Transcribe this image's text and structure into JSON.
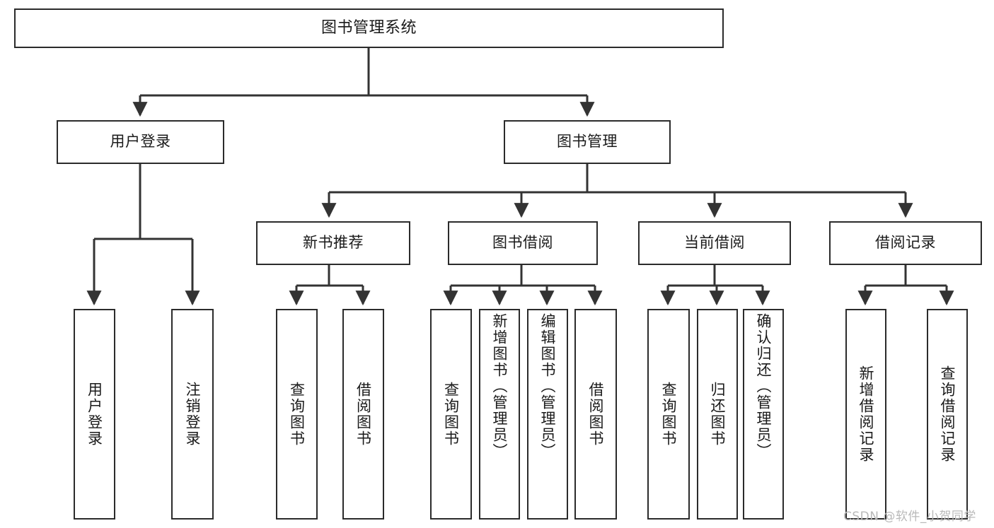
{
  "diagram": {
    "title": "图书管理系统",
    "type": "tree-hierarchy-diagram",
    "watermark": "CSDN @软件_小贺同学",
    "colors": {
      "border": "#2b2b2b",
      "background": "#ffffff",
      "text": "#1a1a1a",
      "edge": "#333333",
      "watermark": "#b9b9b9"
    },
    "nodes": {
      "root": {
        "label": "图书管理系统"
      },
      "level2": [
        {
          "id": "user-login",
          "label": "用户登录"
        },
        {
          "id": "book-manage",
          "label": "图书管理"
        }
      ],
      "level3": [
        {
          "id": "new-book-recommend",
          "label": "新书推荐"
        },
        {
          "id": "book-borrow",
          "label": "图书借阅"
        },
        {
          "id": "current-borrow",
          "label": "当前借阅"
        },
        {
          "id": "borrow-record",
          "label": "借阅记录"
        }
      ],
      "leaves": {
        "user-login": [
          {
            "id": "leaf-user-login",
            "label": "用户登录"
          },
          {
            "id": "leaf-logout-login",
            "label": "注销登录"
          }
        ],
        "new-book-recommend": [
          {
            "id": "leaf-query-book-1",
            "label": "查询图书"
          },
          {
            "id": "leaf-borrow-book-1",
            "label": "借阅图书"
          }
        ],
        "book-borrow": [
          {
            "id": "leaf-query-book-2",
            "label": "查询图书"
          },
          {
            "id": "leaf-add-book",
            "label": "新增图书（管理员）"
          },
          {
            "id": "leaf-edit-book",
            "label": "编辑图书（管理员）"
          },
          {
            "id": "leaf-borrow-book-2",
            "label": "借阅图书"
          }
        ],
        "current-borrow": [
          {
            "id": "leaf-query-book-3",
            "label": "查询图书"
          },
          {
            "id": "leaf-return-book",
            "label": "归还图书"
          },
          {
            "id": "leaf-confirm-return",
            "label": "确认归还（管理员）"
          }
        ],
        "borrow-record": [
          {
            "id": "leaf-add-record",
            "label": "新增借阅记录"
          },
          {
            "id": "leaf-query-record",
            "label": "查询借阅记录"
          }
        ]
      }
    }
  }
}
